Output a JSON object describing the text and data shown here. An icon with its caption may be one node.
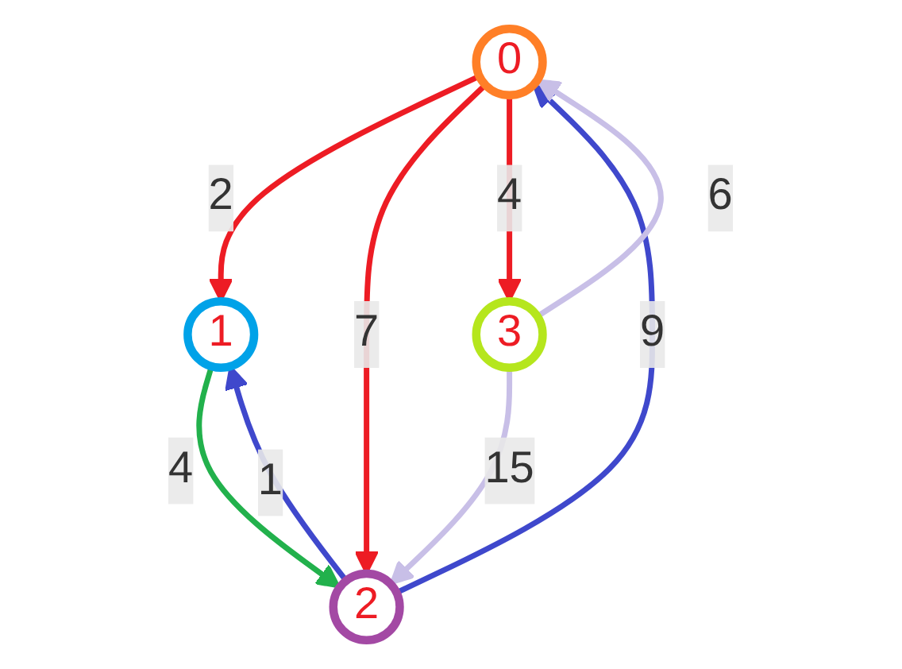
{
  "diagram": {
    "nodes": [
      {
        "text": [
          "0"
        ]
      },
      {
        "text": [
          "1"
        ]
      },
      {
        "text": [
          "2"
        ]
      },
      {
        "text": [
          "3"
        ]
      }
    ],
    "edges": [
      {
        "from": 0,
        "to": 1,
        "arrow": "to",
        "label": "2",
        "color": "#ed1c24"
      },
      {
        "from": 0,
        "to": 2,
        "arrow": "to",
        "label": "7",
        "color": "#ed1c24"
      },
      {
        "from": 0,
        "to": 3,
        "arrow": "to",
        "label": "4",
        "color": "#ed1c24"
      },
      {
        "from": 2,
        "to": 0,
        "arrow": "to",
        "label": "9",
        "color": "#3f48cc"
      },
      {
        "from": 2,
        "to": 1,
        "arrow": "to",
        "label": "1",
        "color": "#3f48cc"
      },
      {
        "from": 1,
        "to": 2,
        "arrow": "to",
        "label": "4",
        "color": "#22b14c"
      },
      {
        "from": 3,
        "to": 0,
        "arrow": "to",
        "label": "6",
        "color": "#c8bfe7"
      },
      {
        "from": 3,
        "to": 2,
        "arrow": "to",
        "label": "15",
        "color": "#c8bfe7"
      }
    ]
  }
}
